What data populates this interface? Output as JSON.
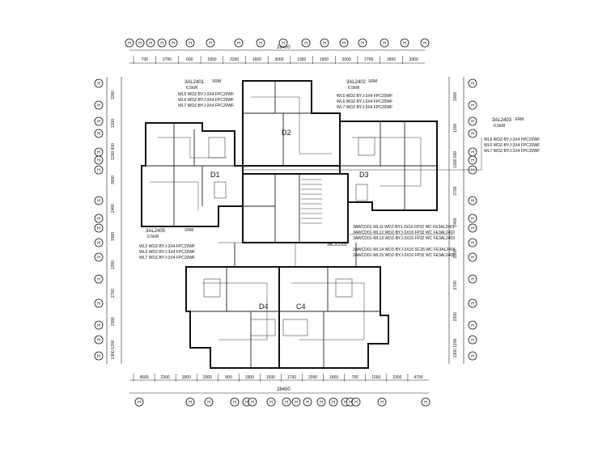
{
  "dims": {
    "top_total": "28400",
    "bottom_total": "28400",
    "top_segments": [
      "700",
      "2700",
      "600",
      "1800",
      "2200",
      "1600",
      "3000",
      "1300",
      "1600",
      "2000",
      "2700",
      "1800",
      "3300"
    ],
    "bottom_segments": [
      "4500",
      "2300",
      "1800",
      "2000",
      "900",
      "3300",
      "1500",
      "1700",
      "2000",
      "1800",
      "700",
      "1000",
      "2300",
      "4700"
    ],
    "left_segments": [
      "3300",
      "1200",
      "1200 600",
      "3600",
      "2400",
      "1500",
      "1200",
      "2700",
      "2300",
      "1300 1200"
    ],
    "right_segments": [
      "3300",
      "1200",
      "1200 600",
      "2700",
      "2400",
      "2300",
      "2700",
      "2300",
      "1300 1200"
    ]
  },
  "units": {
    "d1": "D1",
    "d2": "D2",
    "d3": "D3",
    "d4": "D4",
    "c4": "C4"
  },
  "panels": {
    "p1": {
      "id": "3AL2401",
      "rating": "XRM",
      "sub": "6.5kW"
    },
    "p2": {
      "id": "3AL2402",
      "rating": "XRM",
      "sub": "6.5kW"
    },
    "p3": {
      "id": "3AL2403",
      "rating": "XRM",
      "sub": "6.5kW"
    },
    "p5": {
      "id": "3AL2405",
      "rating": "XRM",
      "sub": "6.5kW"
    },
    "p4": {
      "id": "3AL2CD03"
    }
  },
  "circuits": {
    "c1": [
      "WL5  WDZ-BYJ-3X4  FPC20WF",
      "WL6  WDZ-BYJ-3X4  FPC20WF",
      "WL7  WDZ-BYJ-3X4  FPC20WF"
    ],
    "c2": [
      "WL5  WDZ-BYJ-3X4  FPC20WF",
      "WL6  WDZ-BYJ-3X4  FPC20WF",
      "WL7  WDZ-BYJ-3X4  FPC20WF"
    ],
    "c3": [
      "WL5  WDZ-BYJ-3X4  FPC20WF",
      "WL6  WDZ-BYJ-3X4  FPC20WF",
      "WL7  WDZ-BYJ-3X4  FPC20WF"
    ],
    "c5": [
      "WL5  WDZ-BYJ-3X4  FPC20WF",
      "WL6  WDZ-BYJ-3X4  FPC20WF",
      "WL7  WDZ-BYJ-3X4  FPC20WF"
    ],
    "center": [
      "3AWCD01-WL11  WDZ-BYJ-3X16  FP32  WC  FE3AL2401",
      "3AWCD01-WL12  WDZ-BYJ-3X16  FP32  WC  FE3AL2402",
      "3AWCD01-WL13  WDZ-BYJ-3X16  FP32  WC  FE3AL2403",
      "3AWCD01-WL14  WDZ-BYJ-3X16  SC25  WC  FE3AL2404",
      "3AWCD01-WL15  WDZ-BYJ-3X16  FP32  WC  FE3AL2405"
    ],
    "riser": "3AL2CD03"
  },
  "axis": {
    "symbol": "H"
  }
}
